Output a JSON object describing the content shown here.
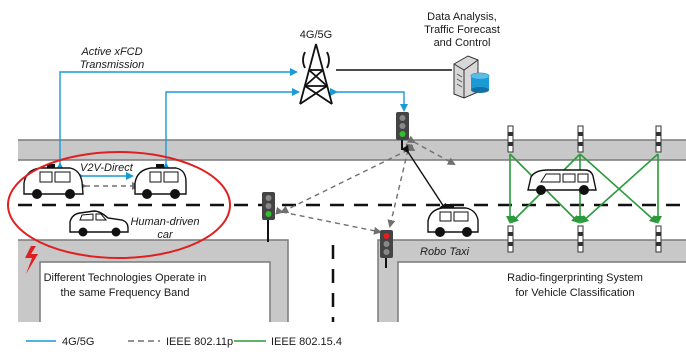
{
  "labels": {
    "tower": "4G/5G",
    "data_analysis": [
      "Data Analysis,",
      "Traffic Forecast",
      "and Control"
    ],
    "active_xfcd": [
      "Active xFCD",
      "Transmission"
    ],
    "v2v_direct": "V2V-Direct",
    "human_driven": [
      "Human-driven",
      "car"
    ],
    "robo_taxi": "Robo Taxi",
    "different_tech": [
      "Different Technologies Operate in",
      "the same Frequency Band"
    ],
    "radio_fp": [
      "Radio-fingerprinting System",
      "for Vehicle Classification"
    ]
  },
  "legend": [
    {
      "label": "4G/5G",
      "color": "#1a9ad6",
      "dash": "solid"
    },
    {
      "label": "IEEE 802.11p",
      "color": "#707070",
      "dash": "dashed"
    },
    {
      "label": "IEEE 802.15.4",
      "color": "#2a9a3a",
      "dash": "solid"
    }
  ],
  "colors": {
    "cellular": "#1a9ad6",
    "wifi": "#707070",
    "zigbee": "#2a9a3a",
    "road": "#c8c8c8",
    "road_edge": "#7a7a7a",
    "highlight": "#e02020"
  }
}
